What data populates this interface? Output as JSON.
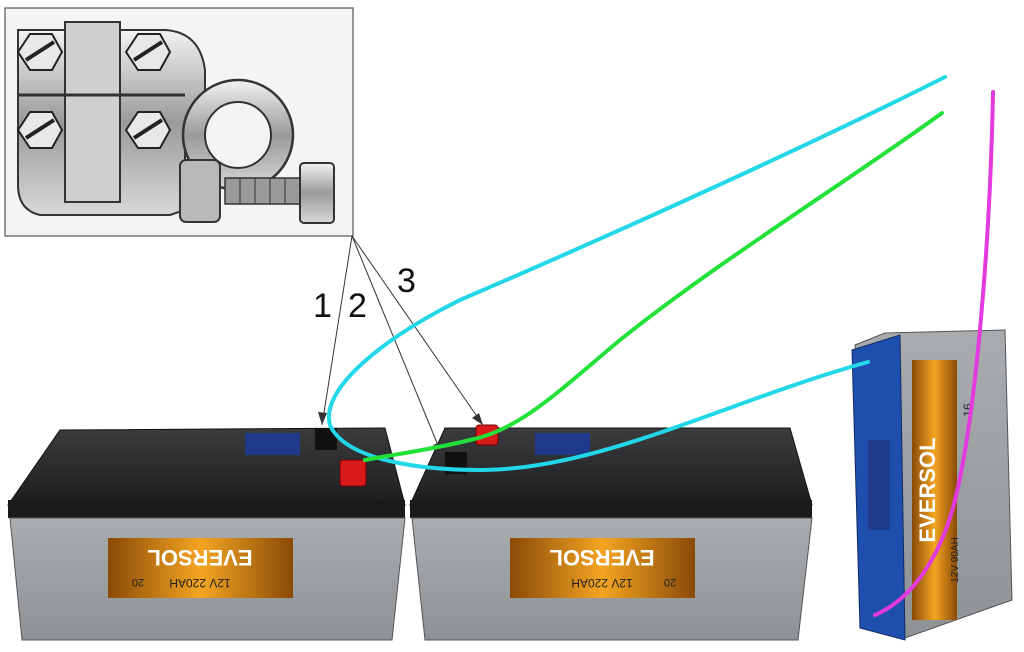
{
  "callouts": {
    "label_1": "1",
    "label_2": "2",
    "label_3": "3"
  },
  "batteries": [
    {
      "brand": "EVERSOL",
      "spec": "12V 220AH",
      "code": "20",
      "orientation": "upside-down label"
    },
    {
      "brand": "EVERSOL",
      "spec": "12V 220AH",
      "code": "20",
      "orientation": "upside-down label"
    },
    {
      "brand": "EVERSOL",
      "spec": "12V 90AH",
      "code": "16",
      "orientation": "rotated"
    }
  ],
  "wire_colors": {
    "cyan": "#22d8e8",
    "green": "#22e23a",
    "magenta": "#e23adf"
  },
  "terminal_colors": {
    "positive": "#d81a1a",
    "negative": "#111111"
  },
  "icons": {
    "clamp": "battery-terminal-clamp-icon"
  }
}
